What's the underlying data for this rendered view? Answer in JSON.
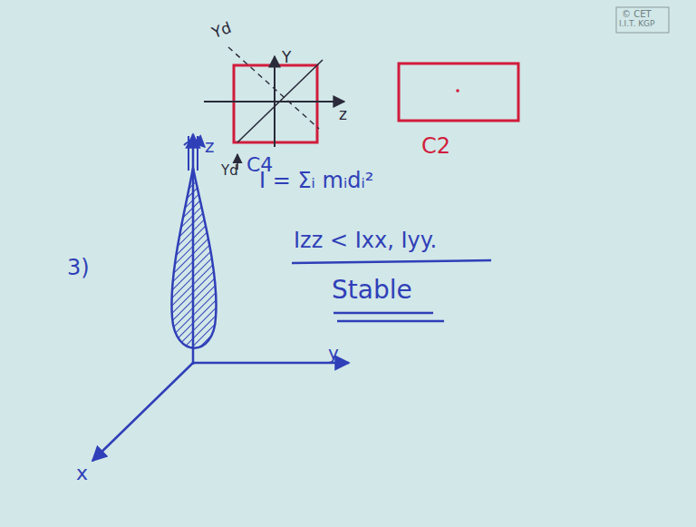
{
  "diagram": {
    "labels": [
      "© CET",
      "I.I.T. KGP",
      "Yd",
      "Y",
      "z",
      "Yd",
      "C4",
      "C2",
      "3)",
      "z",
      "y",
      "x",
      "I = Σᵢ mᵢdᵢ²",
      "Izz < Ixx, Iyy.",
      "Stable"
    ]
  }
}
